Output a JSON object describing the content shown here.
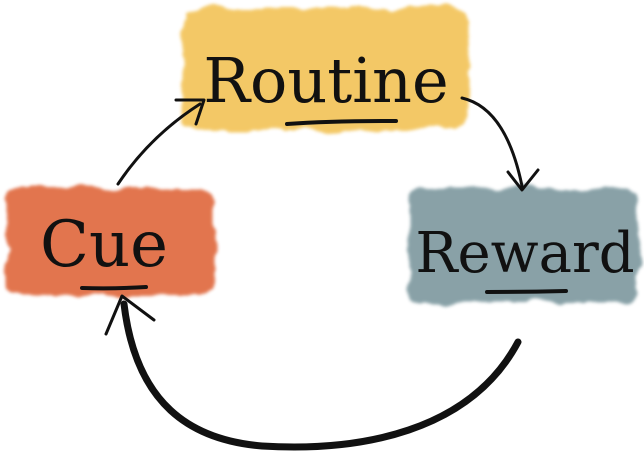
{
  "diagram": {
    "nodes": [
      {
        "id": "routine",
        "label": "Routine",
        "underline": "tin",
        "color": "#f3c45a"
      },
      {
        "id": "reward",
        "label": "Reward",
        "underline": "war",
        "color": "#7f9aa0"
      },
      {
        "id": "cue",
        "label": "Cue",
        "underline": "ue",
        "color": "#e06a40"
      }
    ],
    "edges": [
      {
        "from": "cue",
        "to": "routine"
      },
      {
        "from": "routine",
        "to": "reward"
      },
      {
        "from": "reward",
        "to": "cue"
      }
    ]
  }
}
